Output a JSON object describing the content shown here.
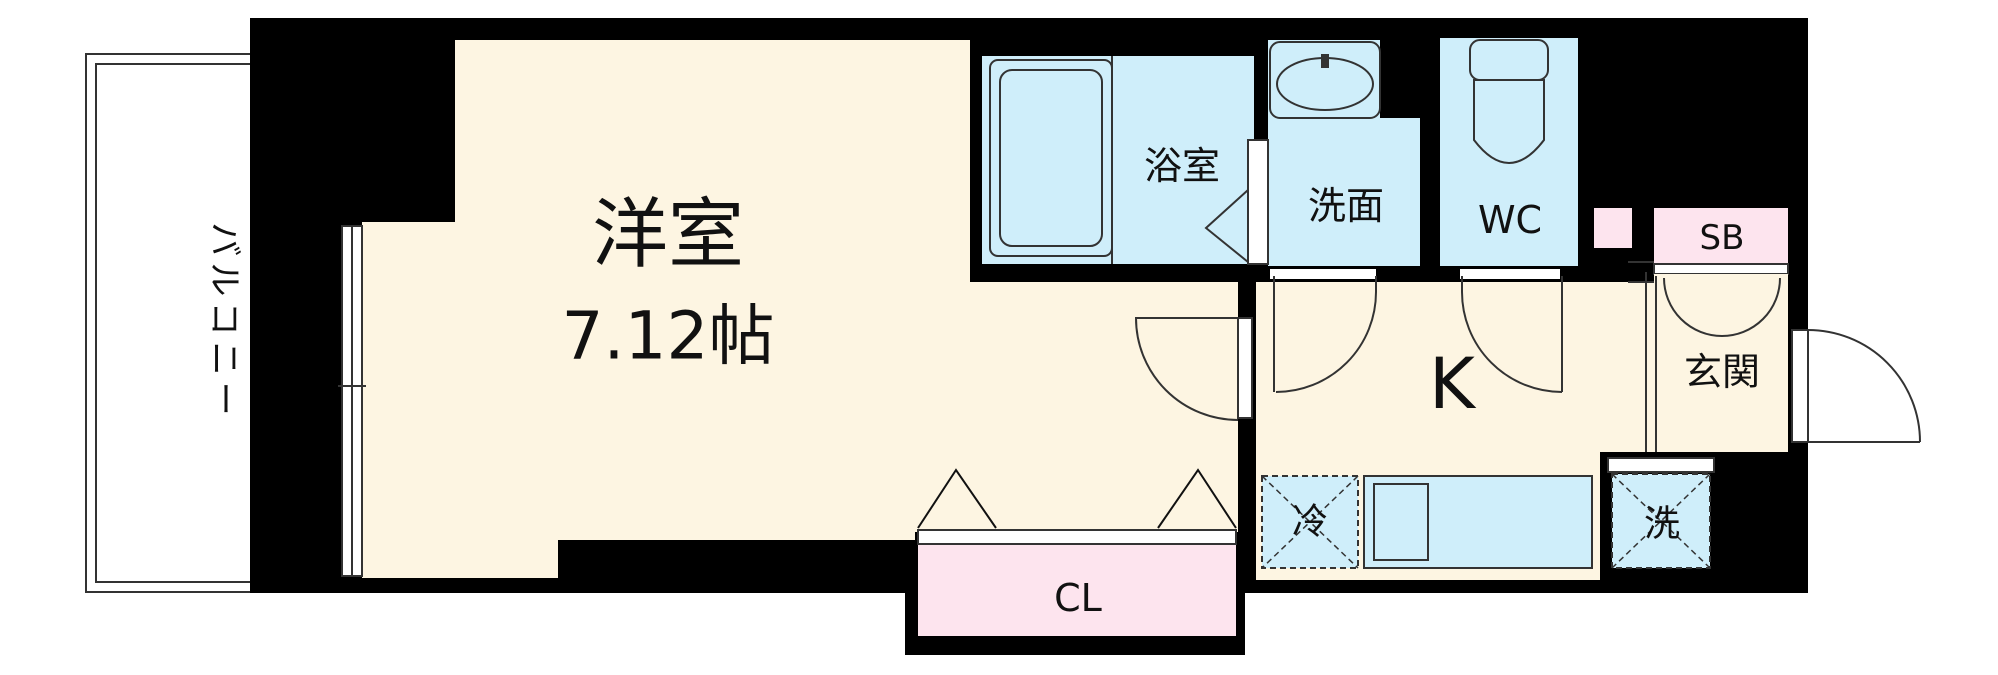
{
  "rooms": {
    "western_room": {
      "name": "洋室",
      "size": "7.12帖"
    },
    "balcony": "バルコニー",
    "bathroom": "浴室",
    "washroom": "洗面",
    "toilet": "WC",
    "kitchen": "K",
    "entrance": "玄関",
    "shoe_box": "SB",
    "closet": "CL",
    "fridge_space": "冷",
    "washer_space": "洗"
  },
  "colors": {
    "wall": "#000000",
    "room_floor": "#fdf5e2",
    "wet_area": "#cfeefa",
    "storage": "#fde4ee",
    "balcony_bg": "#ffffff",
    "text": "#111111"
  },
  "icons": [
    "bathtub-icon",
    "wash-basin-icon",
    "toilet-icon",
    "sink-counter-icon",
    "door-swing-icon"
  ]
}
